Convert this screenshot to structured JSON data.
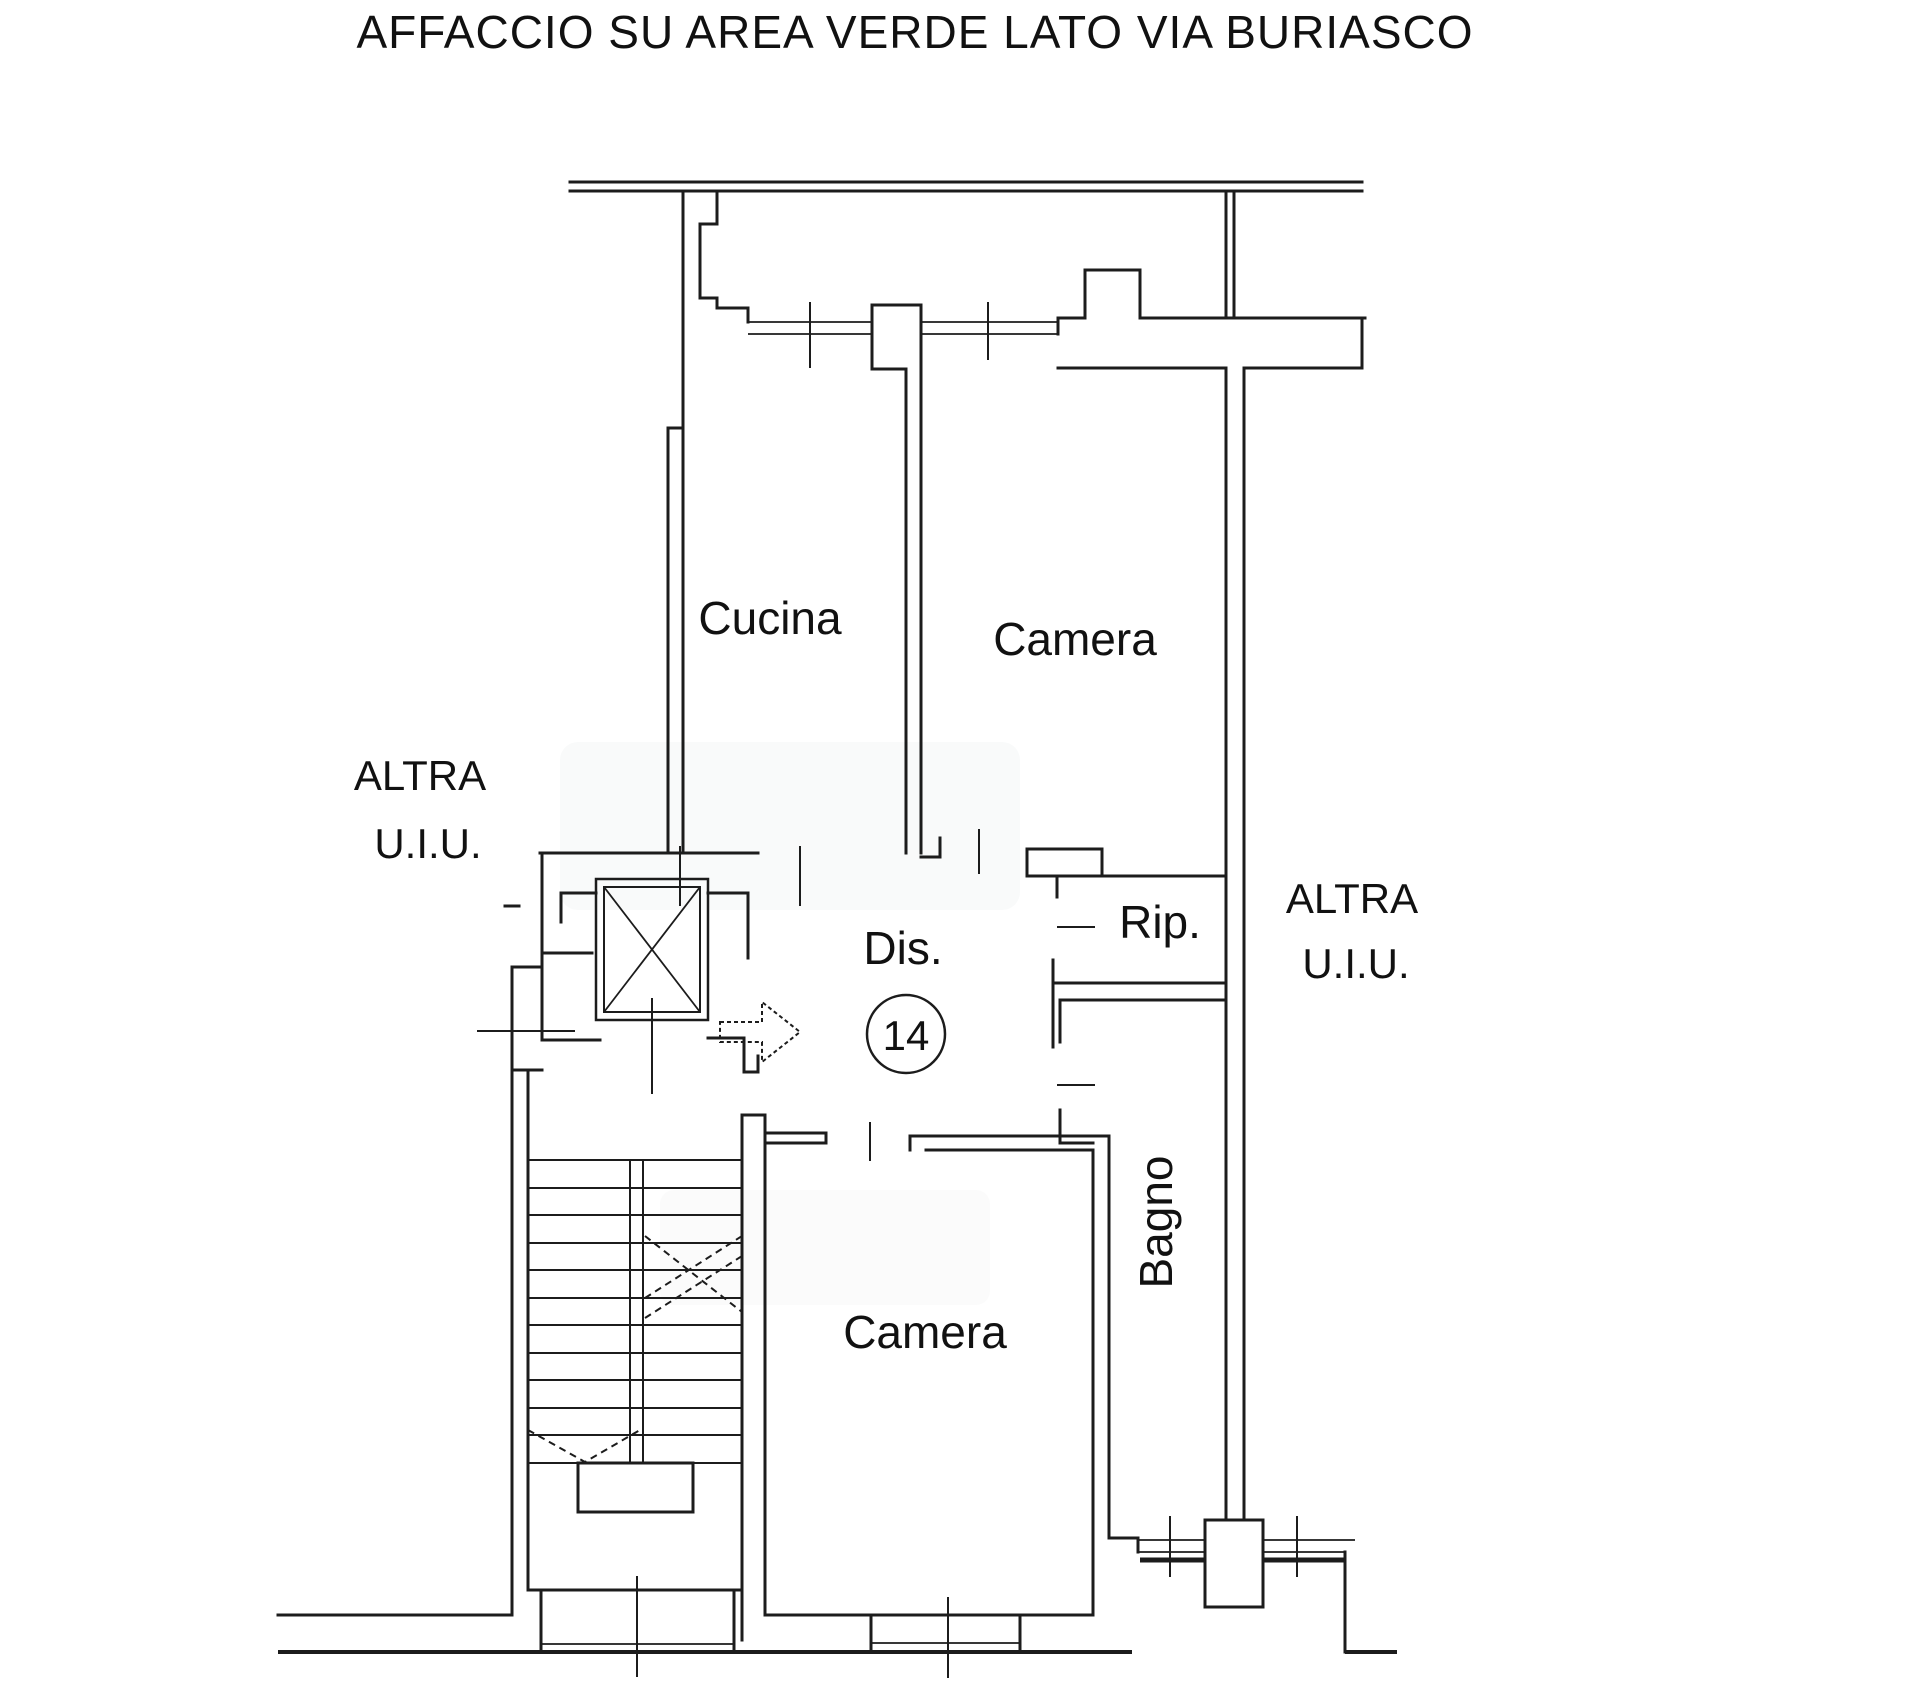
{
  "title": "AFFACCIO SU AREA VERDE LATO VIA BURIASCO",
  "plan": {
    "unit_number": "14",
    "rooms": {
      "kitchen": "Cucina",
      "bedroom_top": "Camera",
      "hallway": "Dis.",
      "storage": "Rip.",
      "bathroom": "Bagno",
      "bedroom_bottom": "Camera"
    },
    "adjacent_units": {
      "left_line1": "ALTRA",
      "left_line2": "U.I.U.",
      "right_line1": "ALTRA",
      "right_line2": "U.I.U."
    }
  },
  "colors": {
    "line": "#1c1c1c",
    "background": "#ffffff"
  }
}
